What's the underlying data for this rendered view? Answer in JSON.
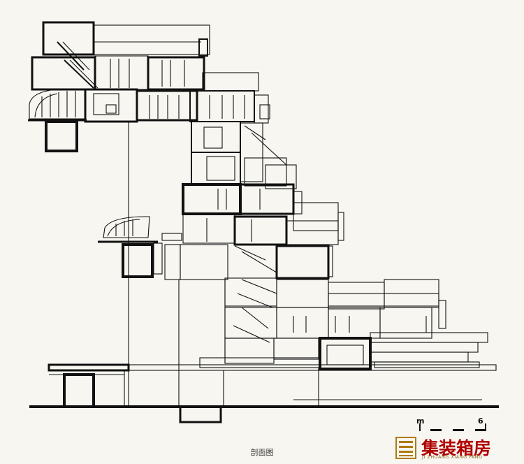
{
  "caption": "剖面图",
  "scale_bar": {
    "unit_label": "m",
    "end_label": "6"
  },
  "watermark": {
    "brand_cn": "集装箱房",
    "brand_en": "JI ZHUANG XIANG FANG"
  }
}
